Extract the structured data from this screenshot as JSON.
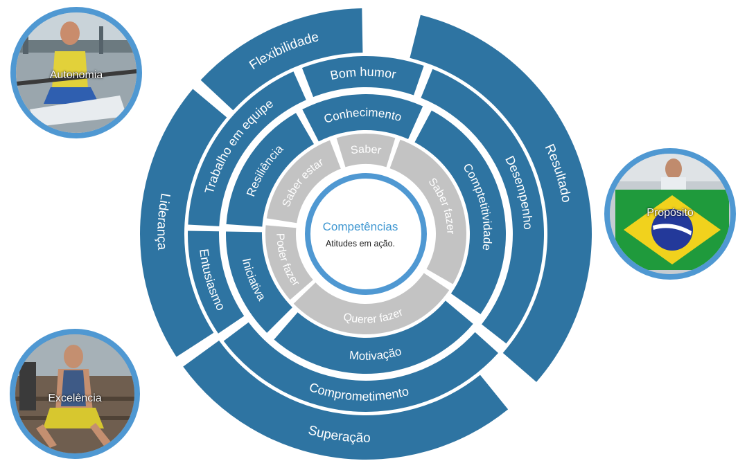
{
  "center": {
    "title": "Competências",
    "subtitle": "Atitudes em ação."
  },
  "rings": {
    "inner": [
      {
        "label": "Saber"
      },
      {
        "label": "Saber fazer"
      },
      {
        "label": "Querer fazer"
      },
      {
        "label": "Poder fazer"
      },
      {
        "label": "Saber estar"
      }
    ],
    "middle": [
      {
        "label": "Conhecimento"
      },
      {
        "label": "Comptetitividade"
      },
      {
        "label": "Motivação"
      },
      {
        "label": "Iniciativa"
      },
      {
        "label": "Resiliência"
      }
    ],
    "outer1": [
      {
        "label": "Bom humor"
      },
      {
        "label": "Desempenho"
      },
      {
        "label": "Comprometimento"
      },
      {
        "label": "Entusiasmo"
      },
      {
        "label": "Trabalho em equipe"
      }
    ],
    "outer2": [
      {
        "label": "Resultado"
      },
      {
        "label": "Superação"
      },
      {
        "label": "Liderança"
      },
      {
        "label": "Flexibilidade"
      }
    ]
  },
  "photos": {
    "autonomia": {
      "label": "Autonomia"
    },
    "proposito": {
      "label": "Propósito"
    },
    "excelencia": {
      "label": "Excelência"
    }
  },
  "colors": {
    "teal": "#2e74a2",
    "gray": "#c3c3c3",
    "accent": "#4f98d2",
    "white": "#ffffff"
  }
}
